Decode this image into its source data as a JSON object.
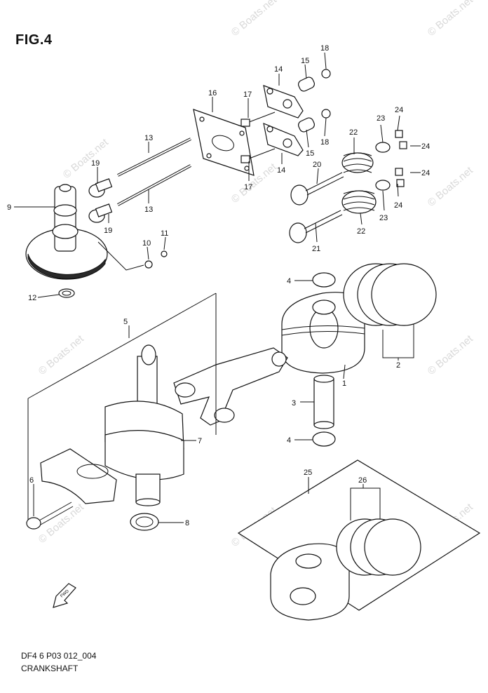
{
  "figure": {
    "title": "FIG.4",
    "code": "DF4 6 P03 012_004",
    "name": "CRANKSHAFT"
  },
  "watermark": "© Boats.net",
  "fwd_label": "FWD",
  "callouts": [
    {
      "id": "c1",
      "label": "1"
    },
    {
      "id": "c2",
      "label": "2"
    },
    {
      "id": "c3",
      "label": "3"
    },
    {
      "id": "c4a",
      "label": "4"
    },
    {
      "id": "c4b",
      "label": "4"
    },
    {
      "id": "c5",
      "label": "5"
    },
    {
      "id": "c6",
      "label": "6"
    },
    {
      "id": "c7",
      "label": "7"
    },
    {
      "id": "c8",
      "label": "8"
    },
    {
      "id": "c9",
      "label": "9"
    },
    {
      "id": "c10",
      "label": "10"
    },
    {
      "id": "c11",
      "label": "11"
    },
    {
      "id": "c12",
      "label": "12"
    },
    {
      "id": "c13a",
      "label": "13"
    },
    {
      "id": "c13b",
      "label": "13"
    },
    {
      "id": "c14a",
      "label": "14"
    },
    {
      "id": "c14b",
      "label": "14"
    },
    {
      "id": "c15a",
      "label": "15"
    },
    {
      "id": "c15b",
      "label": "15"
    },
    {
      "id": "c16",
      "label": "16"
    },
    {
      "id": "c17a",
      "label": "17"
    },
    {
      "id": "c17b",
      "label": "17"
    },
    {
      "id": "c18a",
      "label": "18"
    },
    {
      "id": "c18b",
      "label": "18"
    },
    {
      "id": "c19a",
      "label": "19"
    },
    {
      "id": "c19b",
      "label": "19"
    },
    {
      "id": "c20",
      "label": "20"
    },
    {
      "id": "c21",
      "label": "21"
    },
    {
      "id": "c22a",
      "label": "22"
    },
    {
      "id": "c22b",
      "label": "22"
    },
    {
      "id": "c23a",
      "label": "23"
    },
    {
      "id": "c23b",
      "label": "23"
    },
    {
      "id": "c24a",
      "label": "24"
    },
    {
      "id": "c24b",
      "label": "24"
    },
    {
      "id": "c24c",
      "label": "24"
    },
    {
      "id": "c24d",
      "label": "24"
    },
    {
      "id": "c25",
      "label": "25"
    },
    {
      "id": "c26",
      "label": "26"
    }
  ]
}
